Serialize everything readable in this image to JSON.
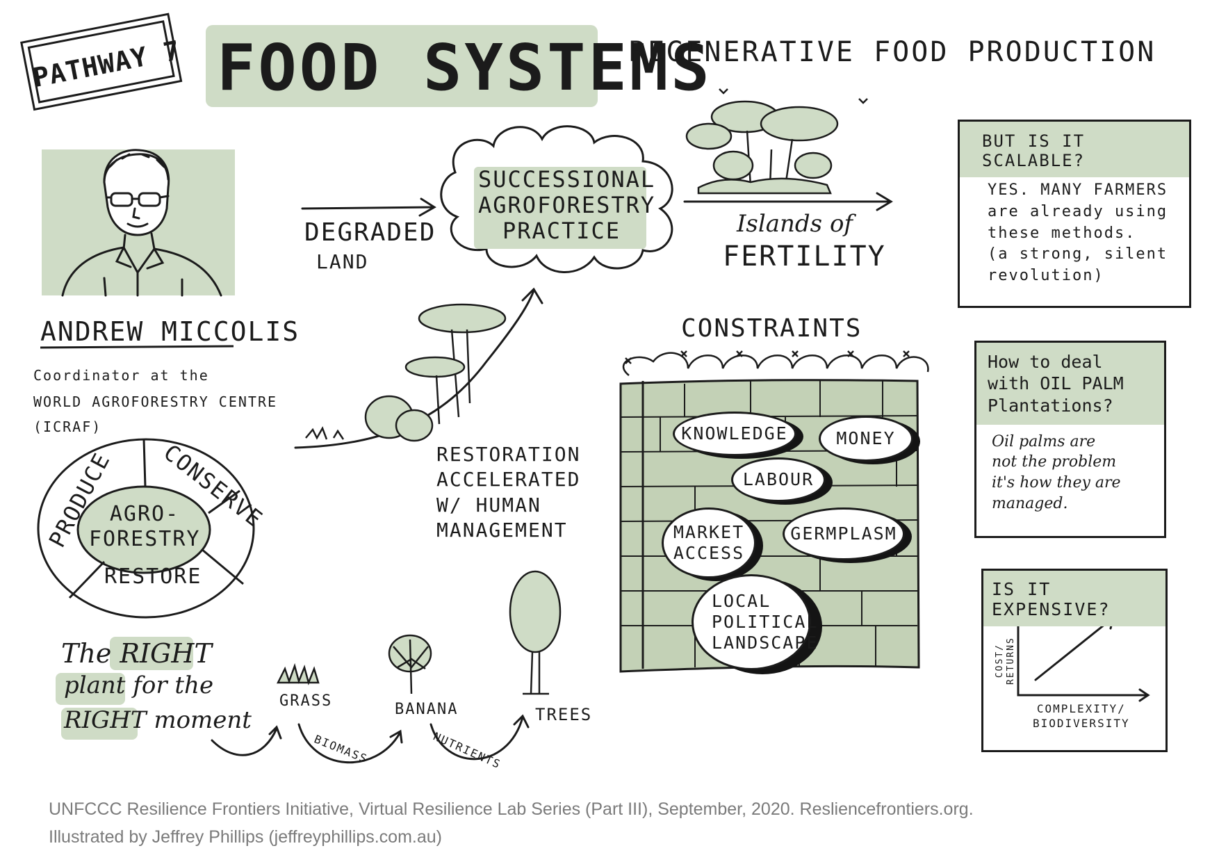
{
  "header": {
    "pathway": "PATHWAY 7",
    "title": "FOOD SYSTEMS",
    "subtitle": "REGENERATIVE FOOD PRODUCTION"
  },
  "speaker": {
    "name": "ANDREW MICCOLIS",
    "role_line1": "Coordinator at the",
    "role_line2": "WORLD AGROFORESTRY CENTRE",
    "role_line3": "(ICRAF)"
  },
  "agroforestry_wheel": {
    "center": "AGRO-\nFORESTRY",
    "produce": "PRODUCE",
    "conserve": "CONSERVE",
    "restore": "RESTORE"
  },
  "flow": {
    "degraded": "DEGRADED",
    "land": "LAND",
    "practice": "SUCCESSIONAL\nAGROFORESTRY\nPRACTICE",
    "islands": "Islands of",
    "fertility": "FERTILITY",
    "restoration": "RESTORATION\nACCELERATED\nW/ HUMAN\nMANAGEMENT"
  },
  "constraints": {
    "title": "CONSTRAINTS",
    "items": {
      "knowledge": "KNOWLEDGE",
      "money": "MONEY",
      "labour": "LABOUR",
      "market": "MARKET\nACCESS",
      "germplasm": "GERMPLASM",
      "local": "LOCAL\nPOLITICAL\nLANDSCAPE"
    }
  },
  "scalable": {
    "question": "BUT IS IT SCALABLE?",
    "answer": "YES. MANY FARMERS\nare already using\nthese methods.\n(a strong, silent\nrevolution)"
  },
  "oil_palm": {
    "question": "How to deal\nwith OIL PALM\nPlantations?",
    "answer": "Oil palms are\nnot the problem\nit's how they are\nmanaged."
  },
  "expensive": {
    "question": "IS IT EXPENSIVE?",
    "y_label": "COST/\nRETURNS",
    "x_label": "COMPLEXITY/\nBIODIVERSITY"
  },
  "succession": {
    "line1": "The RIGHT",
    "line2": "plant for the",
    "line3": "RIGHT moment",
    "grass": "GRASS",
    "banana": "BANANA",
    "trees": "TREES",
    "biomass": "BIOMASS",
    "nutrients": "NUTRIENTS"
  },
  "footer": {
    "line1": "UNFCCC Resilience Frontiers Initiative, Virtual Resilience Lab Series (Part III), September, 2020. Resliencefrontiers.org.",
    "line2": "Illustrated by Jeffrey Phillips (jeffreyphillips.com.au)"
  },
  "colors": {
    "accent_green": "#cfdcc6",
    "wall_green": "#c3d1b6",
    "ink": "#1b1b1b",
    "footer_gray": "#7a7a7a"
  }
}
